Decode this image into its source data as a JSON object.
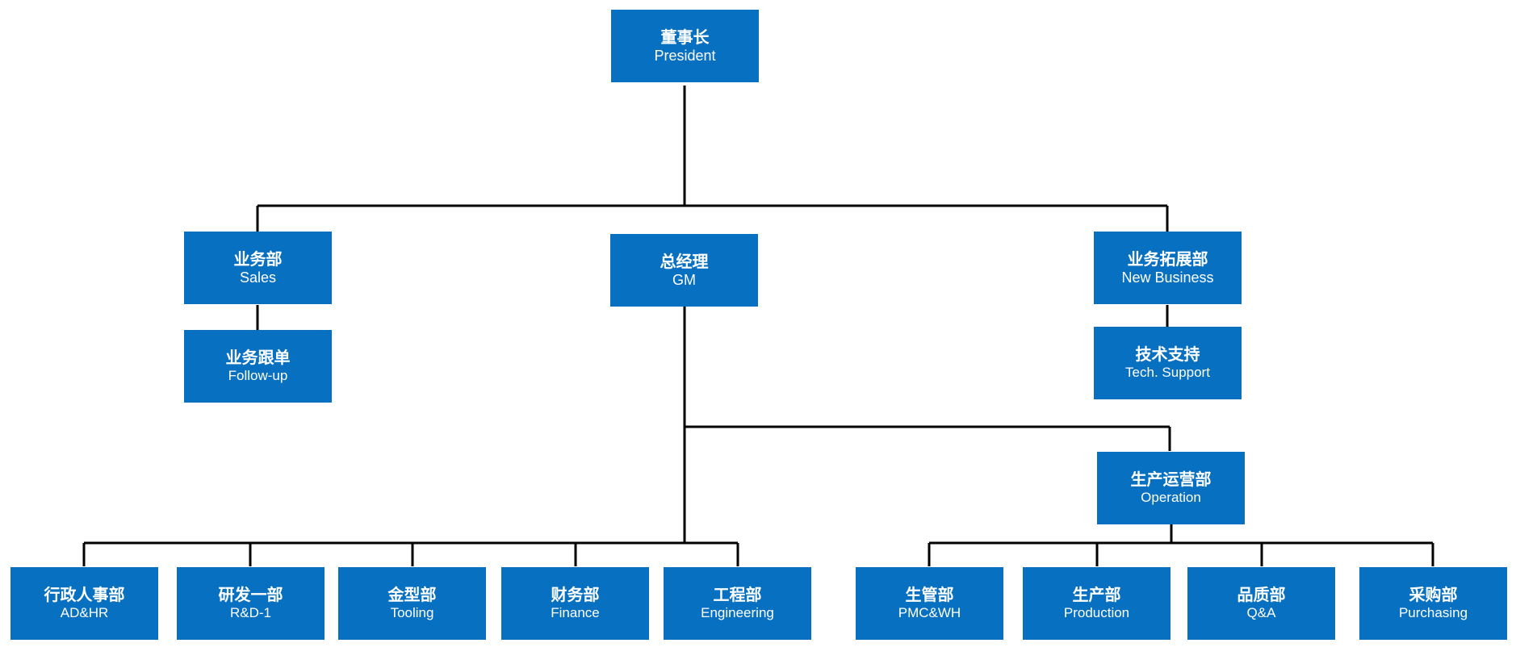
{
  "colors": {
    "box": "#0870c1",
    "box_text": "#ffffff",
    "line": "#000000",
    "background": "#ffffff"
  },
  "nodes": {
    "president": {
      "cn": "董事长",
      "en": "President"
    },
    "sales": {
      "cn": "业务部",
      "en": "Sales"
    },
    "gm": {
      "cn": "总经理",
      "en": "GM"
    },
    "new_business": {
      "cn": "业务拓展部",
      "en": "New Business"
    },
    "follow_up": {
      "cn": "业务跟单",
      "en": "Follow-up"
    },
    "tech_support": {
      "cn": "技术支持",
      "en": "Tech. Support"
    },
    "operation": {
      "cn": "生产运营部",
      "en": "Operation"
    },
    "ad_hr": {
      "cn": "行政人事部",
      "en": "AD&HR"
    },
    "rd1": {
      "cn": "研发一部",
      "en": "R&D-1"
    },
    "tooling": {
      "cn": "金型部",
      "en": "Tooling"
    },
    "finance": {
      "cn": "财务部",
      "en": "Finance"
    },
    "engineering": {
      "cn": "工程部",
      "en": "Engineering"
    },
    "pmc_wh": {
      "cn": "生管部",
      "en": "PMC&WH"
    },
    "production": {
      "cn": "生产部",
      "en": "Production"
    },
    "qa": {
      "cn": "品质部",
      "en": "Q&A"
    },
    "purchasing": {
      "cn": "采购部",
      "en": "Purchasing"
    }
  }
}
